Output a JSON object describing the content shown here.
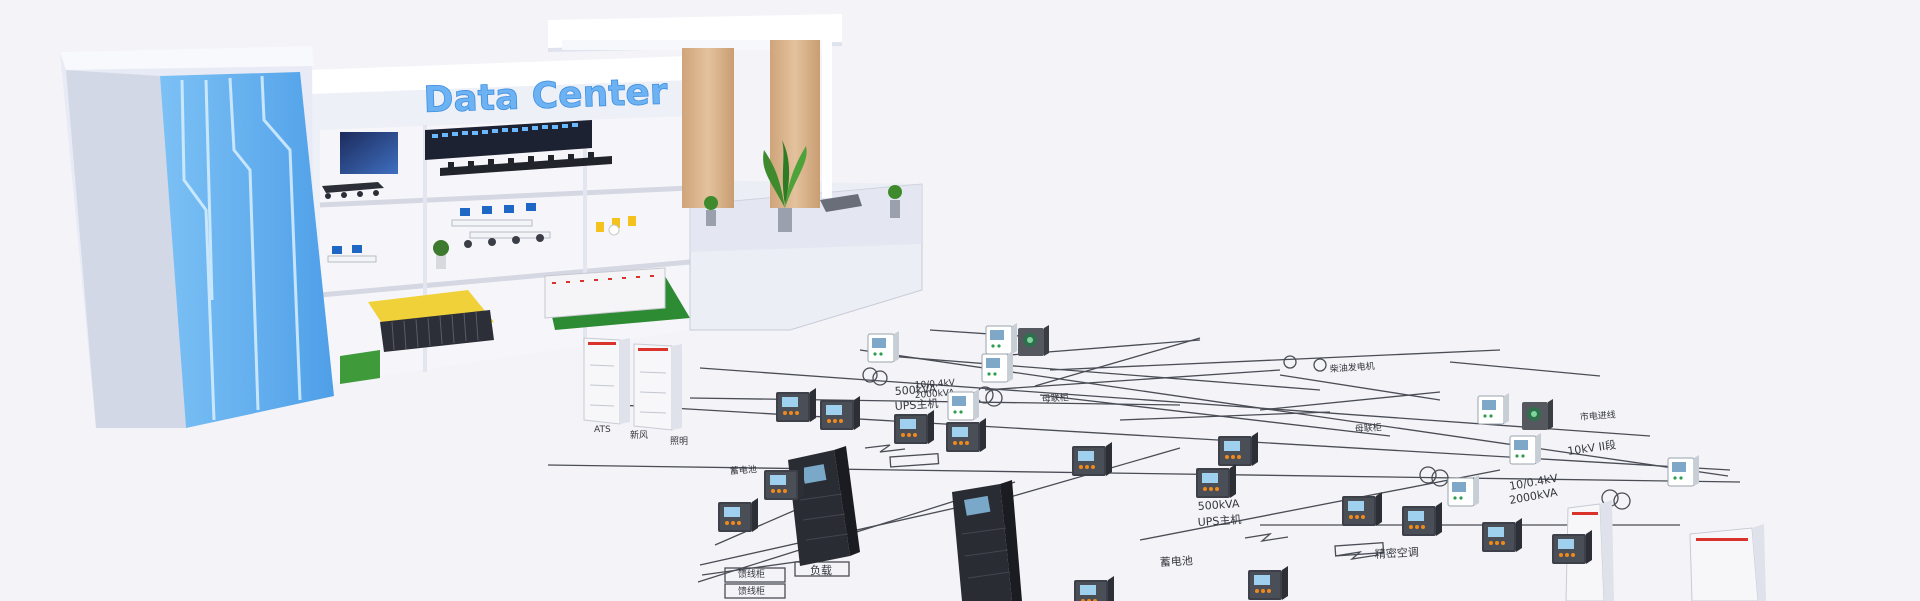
{
  "building": {
    "sign": "Data Center"
  },
  "diagram": {
    "labels": {
      "ups_500kva_a": "500kVA",
      "ups_group_a": "UPS主机",
      "ups_500kva_b": "500kVA",
      "ups_group_b": "UPS主机",
      "transformer_a": "10/0.4kV",
      "transformer_a_cap": "2000kVA",
      "transformer_b": "10/0.4kV",
      "transformer_b_cap": "2000kVA",
      "incoming_line": "10kV II段",
      "incoming_top": "市电进线",
      "battery_a": "蓄电池",
      "battery_b": "蓄电池",
      "precision_ac": "精密空调",
      "load": "负载",
      "lighting": "照明",
      "ac_fan": "新风",
      "feeder_a": "馈线柜",
      "feeder_b": "馈线柜",
      "tie_a": "母联柜",
      "tie_b": "母联柜",
      "generator": "柴油发电机",
      "ats": "ATS"
    }
  },
  "colors": {
    "background": "#f4f3f8",
    "accent_blue": "#5aa8ee",
    "meter_dark": "#3d4048",
    "meter_orange": "#f08a1c",
    "panel_red": "#d9332b",
    "wood": "#d8b48e"
  }
}
